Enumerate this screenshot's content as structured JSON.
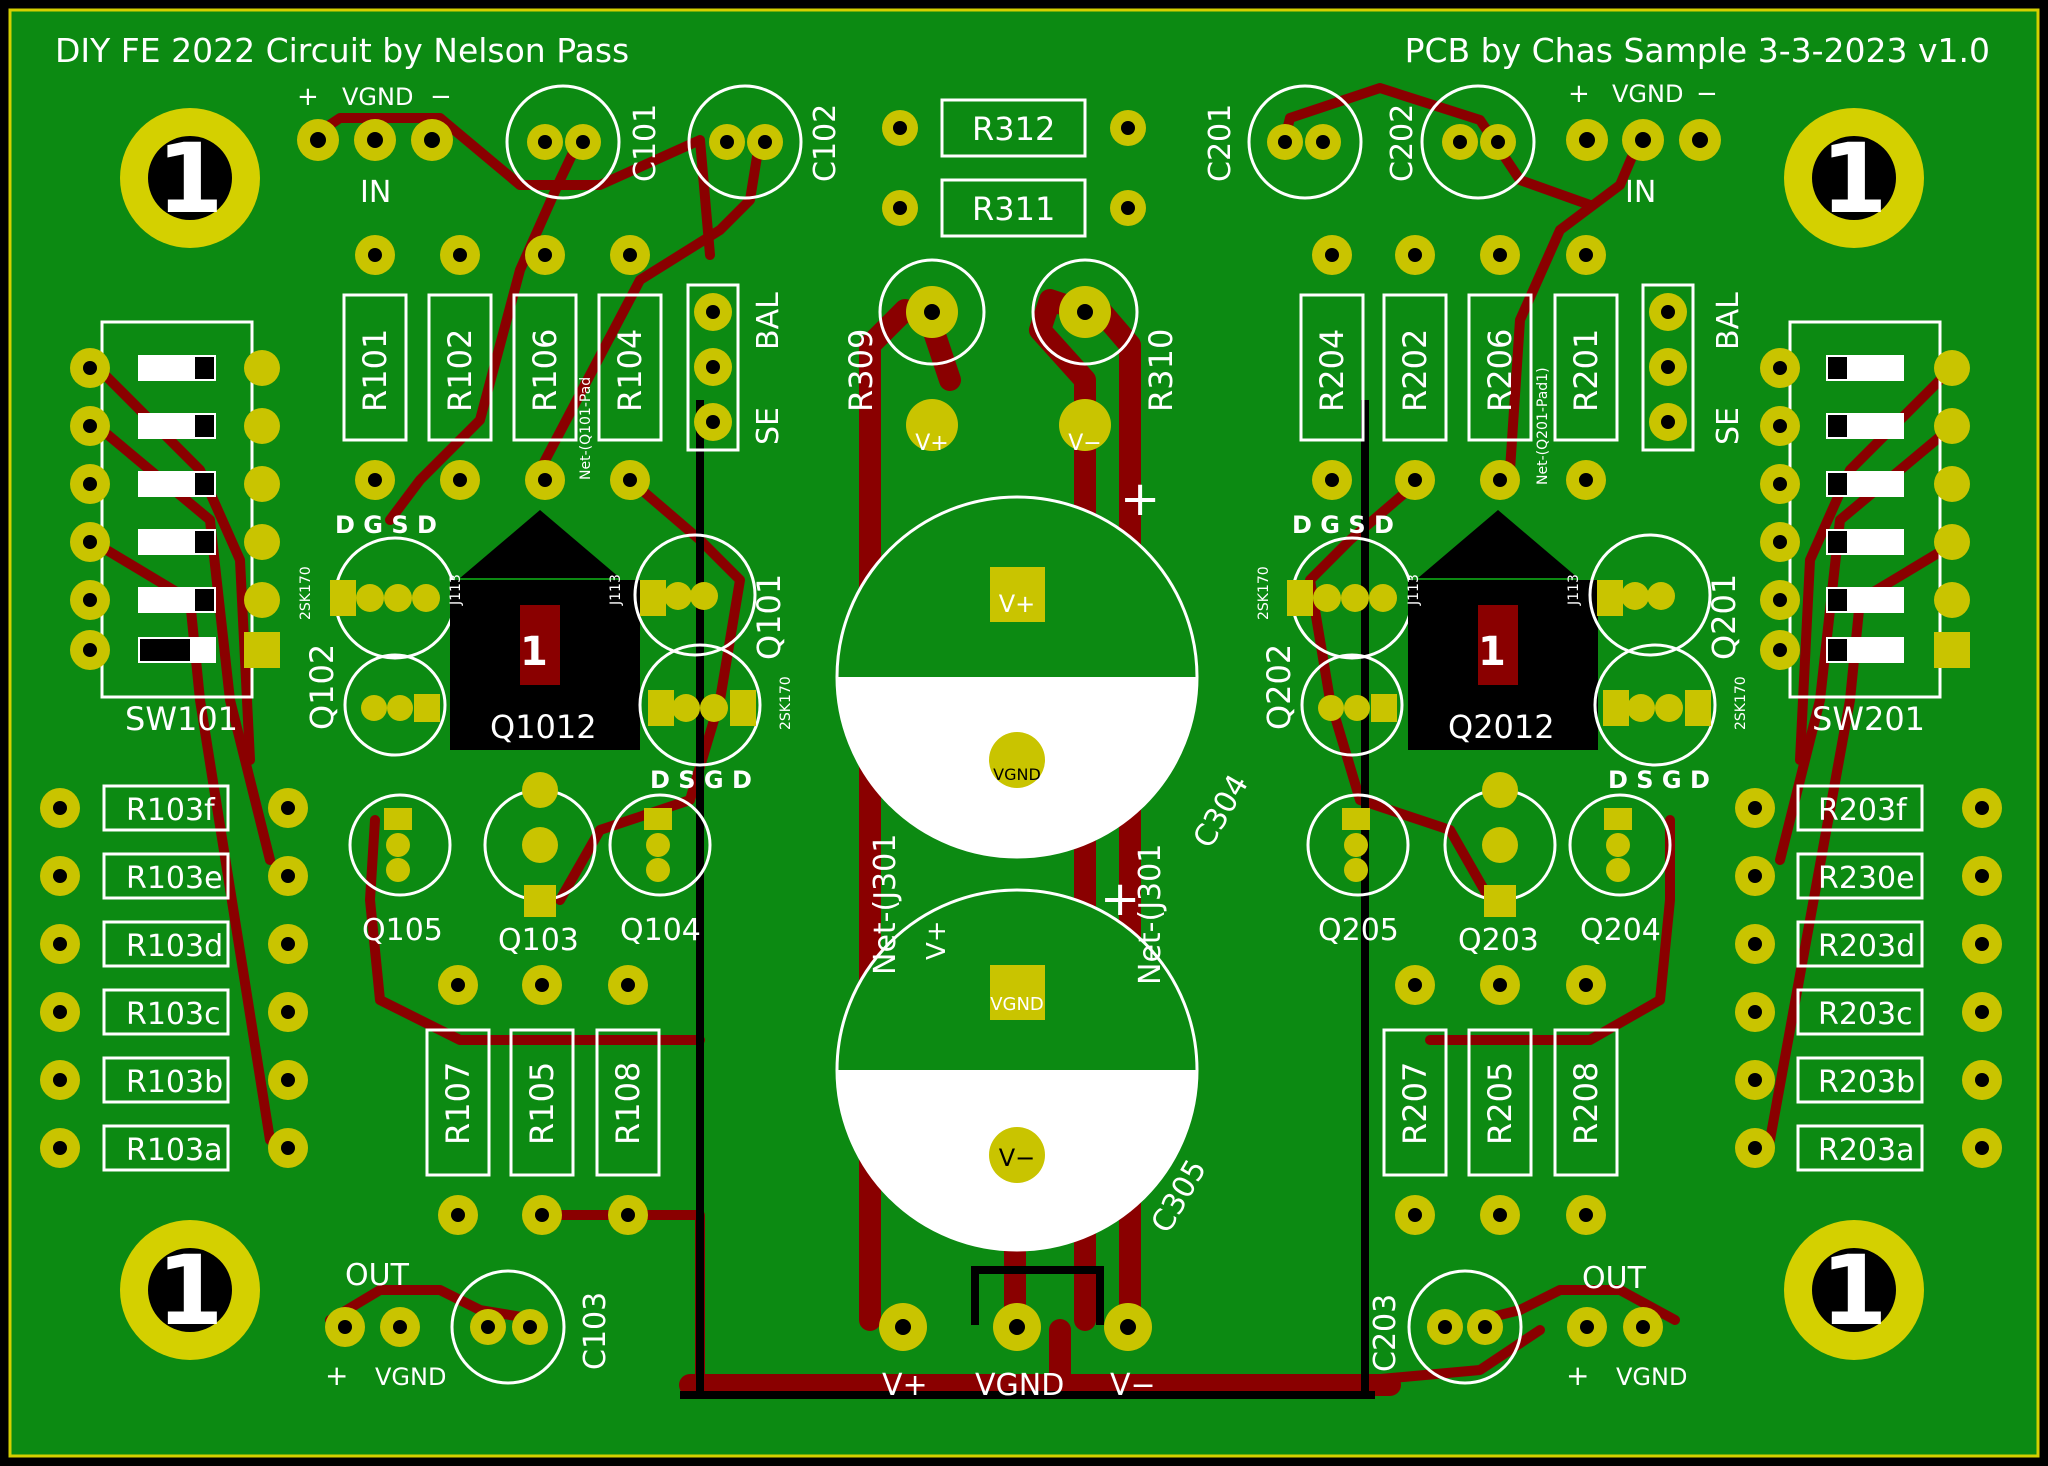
{
  "board": {
    "title_left": "DIY FE 2022 Circuit by Nelson Pass",
    "title_right": "PCB by Chas Sample 3-3-2023 v1.0",
    "colors": {
      "background": "#000000",
      "copper_fill": "#0c8a12",
      "trace": "#8a0000",
      "outline": "#ffffff",
      "pad": "#c9c400",
      "edge": "#d4d000"
    },
    "mount_holes": [
      "1",
      "1",
      "1",
      "1"
    ]
  },
  "left_channel": {
    "in_header": {
      "plus": "+",
      "vgnd": "VGND",
      "minus": "−",
      "label": "IN"
    },
    "out_header": {
      "label": "OUT",
      "plus": "+",
      "vgnd": "VGND"
    },
    "caps": [
      "C101",
      "C102",
      "C103"
    ],
    "top_resistors": [
      "R101",
      "R102",
      "R106",
      "R104"
    ],
    "bottom_resistors": [
      "R107",
      "R105",
      "R108"
    ],
    "resistor_array": [
      "R103f",
      "R103e",
      "R103d",
      "R103c",
      "R103b",
      "R103a"
    ],
    "switch": "SW101",
    "se_bal": {
      "se": "SE",
      "bal": "BAL"
    },
    "transistors": [
      "Q102",
      "Q1012",
      "Q101",
      "Q105",
      "Q103",
      "Q104"
    ],
    "pin_labels": {
      "dgsd": "D G S D",
      "dsgd": "D S G D"
    },
    "net_label": "Net-(Q101-Pad",
    "part_ref": "2SK170",
    "j113": "J113"
  },
  "right_channel": {
    "in_header": {
      "plus": "+",
      "vgnd": "VGND",
      "minus": "−",
      "label": "IN"
    },
    "out_header": {
      "label": "OUT",
      "plus": "+",
      "vgnd": "VGND"
    },
    "caps": [
      "C201",
      "C202",
      "C203"
    ],
    "top_resistors": [
      "R204",
      "R202",
      "R206",
      "R201"
    ],
    "bottom_resistors": [
      "R207",
      "R205",
      "R208"
    ],
    "resistor_array": [
      "R203f",
      "R230e",
      "R203d",
      "R203c",
      "R203b",
      "R203a"
    ],
    "switch": "SW201",
    "se_bal": {
      "se": "SE",
      "bal": "BAL"
    },
    "transistors": [
      "Q202",
      "Q2012",
      "Q201",
      "Q205",
      "Q203",
      "Q204"
    ],
    "pin_labels": {
      "dgsd": "D G S D",
      "dsgd": "D S G D"
    },
    "net_label": "Net-(Q201-Pad1)",
    "part_ref": "2SK170",
    "j113": "J113"
  },
  "power": {
    "resistors": [
      "R312",
      "R311",
      "R309",
      "R310"
    ],
    "caps": [
      "C304",
      "C305"
    ],
    "nets": [
      "Net-(J301",
      "Net-(J301"
    ],
    "pad_labels": {
      "vplus": "V+",
      "vgnd": "VGND",
      "vminus": "V−"
    },
    "bottom_labels": {
      "vplus": "V+",
      "vgnd": "VGND",
      "vminus": "V−"
    },
    "plus_sign": "+"
  }
}
